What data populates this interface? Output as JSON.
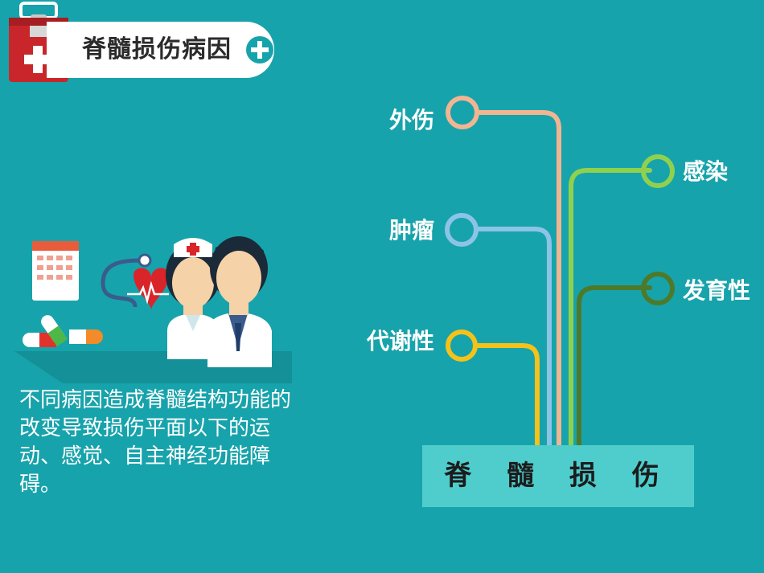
{
  "header": {
    "title": "脊髓损伤病因"
  },
  "description": "不同病因造成脊髓结构功能的改变导致损伤平面以下的运动、感觉、自主神经功能障碍。",
  "diagram": {
    "root": "脊 髓 损 伤",
    "causes": [
      {
        "label": "外伤",
        "color": "#f2b592"
      },
      {
        "label": "肿瘤",
        "color": "#8cc4e6"
      },
      {
        "label": "代谢性",
        "color": "#f5c21a"
      },
      {
        "label": "感染",
        "color": "#8fd14f"
      },
      {
        "label": "发育性",
        "color": "#4d7a2a"
      }
    ]
  },
  "colors": {
    "background": "#17a3ab",
    "kit_red": "#c8262b",
    "root_box": "#4fcdcd"
  }
}
